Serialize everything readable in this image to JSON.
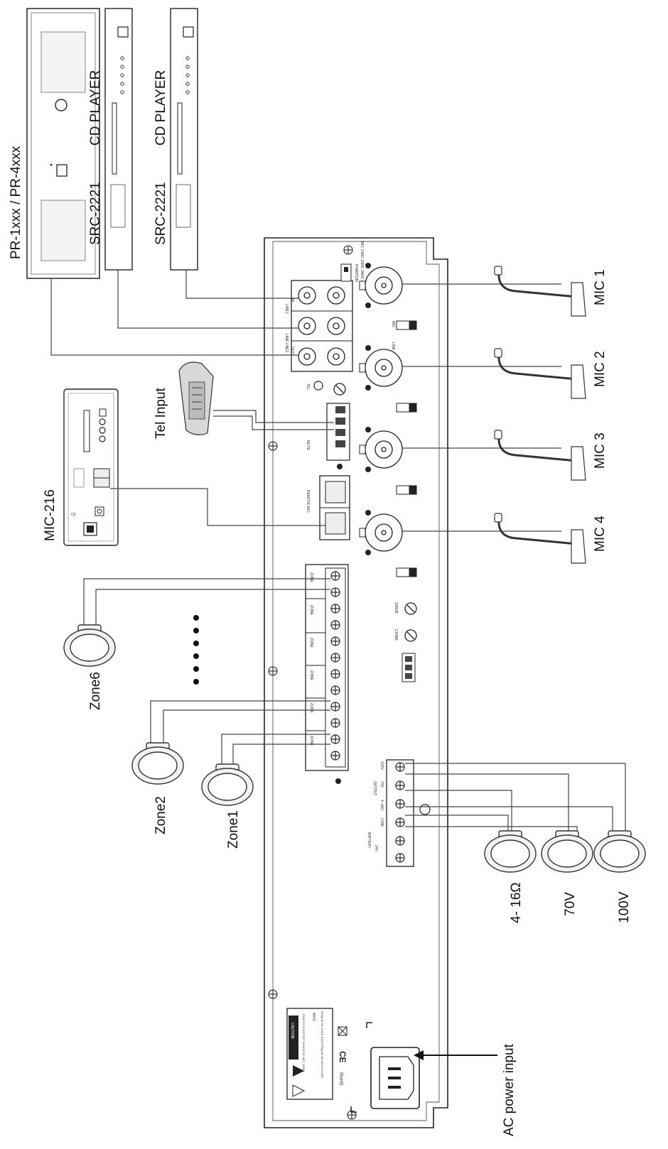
{
  "labels": {
    "pr": "PR-1xxx / PR-4xxx",
    "src1": "SRC-2221",
    "src2": "SRC-2221",
    "cd1": "CD PLAYER",
    "cd2": "CD PLAYER",
    "tel": "Tel Input",
    "mic216": "MIC-216",
    "mic1": "MIC 1",
    "mic2": "MIC 2",
    "mic3": "MIC 3",
    "mic4": "MIC 4",
    "zone6": "Zone6",
    "zone2": "Zone2",
    "zone1": "Zone1",
    "out_416": "4- 16Ω",
    "out_70": "70V",
    "out_100": "100V",
    "ac": "AC power input"
  },
  "panel": {
    "line1": "LINE1",
    "line1_in": "IN",
    "line2": "LINE LINE2",
    "line_out": "OUT",
    "mic_jacks": "MIC 1/MIC 2/MIC 3/MIC 4",
    "phantom": "PHANTOM",
    "mic_sel": "MIC",
    "line_sel": "LINE",
    "tel": "TEL",
    "mute": "MUTE",
    "remote_mic": "REMOTE MIC",
    "chime": "CHIME",
    "siren": "SIREN",
    "zone": "ZONE",
    "output": "OUTPUT",
    "com": "COM",
    "v70": "70V",
    "v100": "100V",
    "ohm": "4~16Ω",
    "battery": "BATTERY",
    "v24": "24V",
    "caution": "CAUTION",
    "caution_sub": "RISK OF ELECTRIC SHOCK DO NOT OPEN",
    "avis": "AVIS:",
    "avis_sub": "RISQUE DE CHOC ELECTRIQUE NE PAS OUVRIR",
    "ce": "CE",
    "rohs": "RoHS"
  }
}
